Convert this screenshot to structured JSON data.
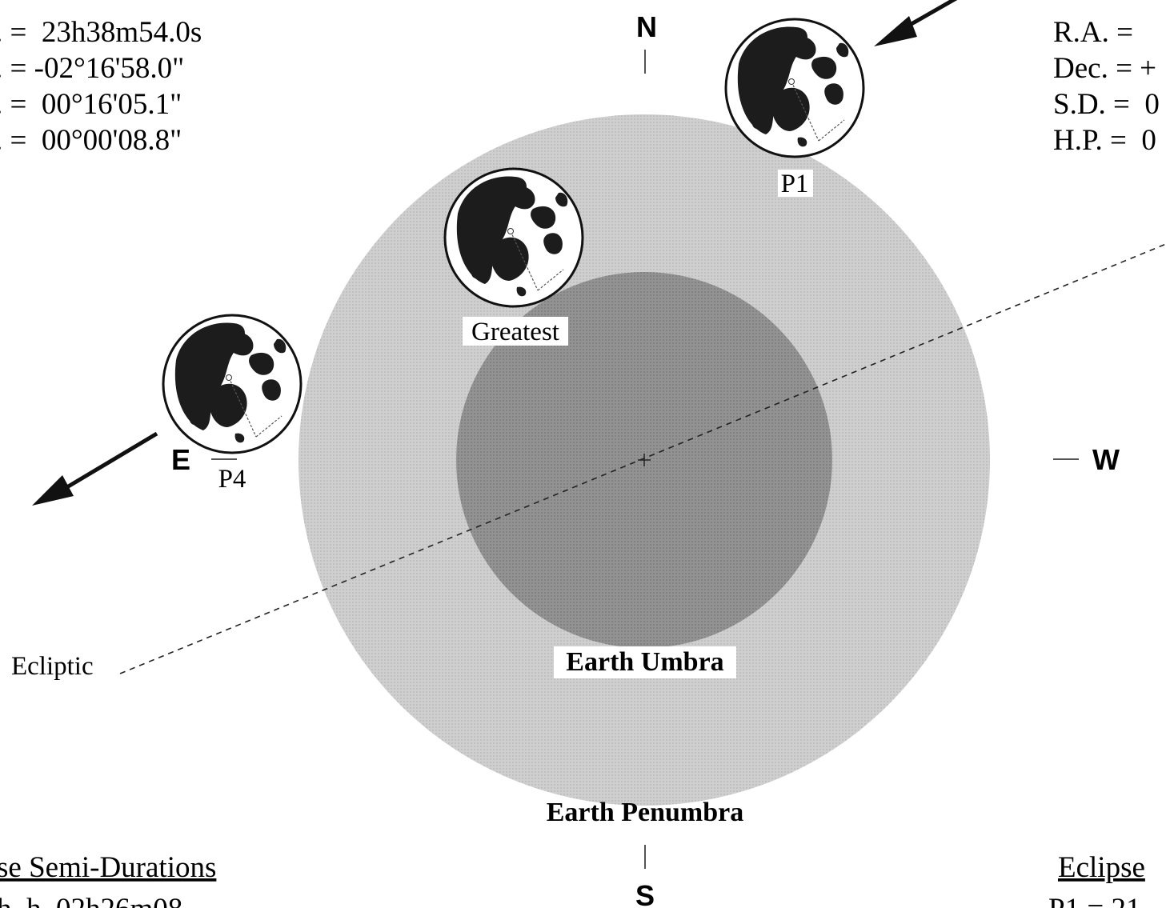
{
  "left_ephemeris": {
    "lines": [
      ". =  23h38m54.0s",
      ". = -02°16'58.0\"",
      ". =  00°16'05.1\"",
      ". =  00°00'08.8\""
    ]
  },
  "right_ephemeris": {
    "lines": [
      "R.A. =",
      "Dec. = +",
      "S.D. =  0",
      "H.P. =  0"
    ]
  },
  "compass": {
    "north": "N",
    "south": "S",
    "east": "E",
    "west": "W"
  },
  "moon_labels": {
    "p1": "P1",
    "greatest": "Greatest",
    "p4": "P4"
  },
  "shadow_labels": {
    "umbra": "Earth Umbra",
    "penumbra": "Earth Penumbra"
  },
  "ecliptic_label": "Ecliptic",
  "bottom_left": {
    "heading": "se Semi-Durations",
    "partial_line": "h  h  02h26m08"
  },
  "bottom_right": {
    "heading": "Eclipse",
    "partial_line": "P1 = 21"
  },
  "colors": {
    "penumbra": "#cdcdcd",
    "umbra": "#8f8f8f",
    "moon_face": "#ffffff",
    "moon_maria": "#1c1c1c",
    "ink": "#111111"
  }
}
